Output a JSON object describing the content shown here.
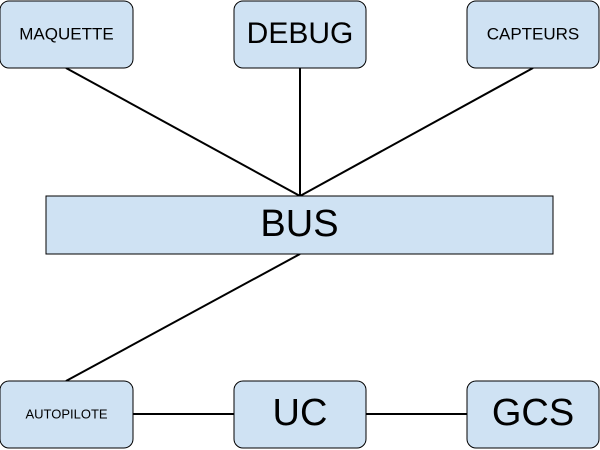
{
  "theme": {
    "node_fill": "#cfe2f3",
    "node_stroke": "#000000",
    "edge_color": "#000000",
    "background": "#ffffff"
  },
  "nodes": {
    "maquette": {
      "label": "MAQUETTE"
    },
    "debug": {
      "label": "DEBUG"
    },
    "capteurs": {
      "label": "CAPTEURS"
    },
    "bus": {
      "label": "BUS"
    },
    "autopilote": {
      "label": "AUTOPILOTE"
    },
    "uc": {
      "label": "UC"
    },
    "gcs": {
      "label": "GCS"
    }
  },
  "edges": [
    {
      "from": "maquette",
      "to": "bus"
    },
    {
      "from": "debug",
      "to": "bus"
    },
    {
      "from": "capteurs",
      "to": "bus"
    },
    {
      "from": "bus",
      "to": "autopilote"
    },
    {
      "from": "autopilote",
      "to": "uc"
    },
    {
      "from": "uc",
      "to": "gcs"
    }
  ]
}
